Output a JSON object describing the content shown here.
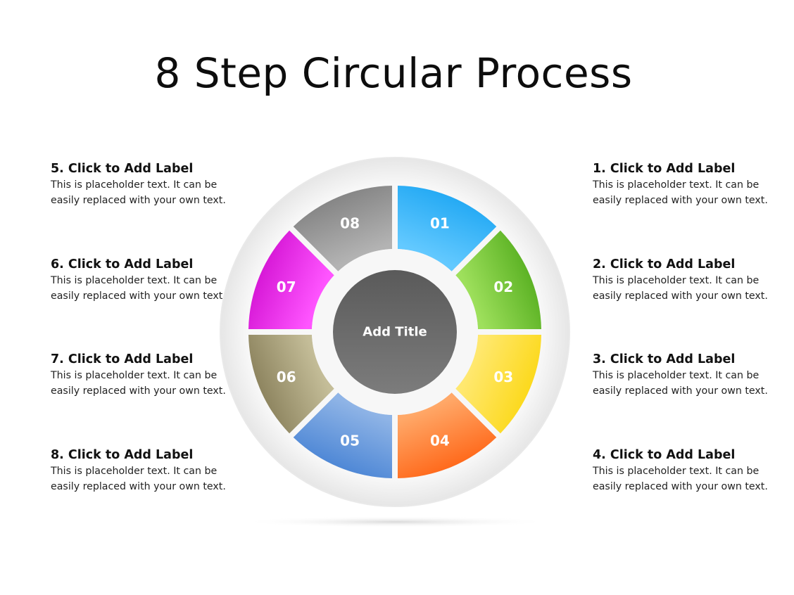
{
  "title": "8 Step Circular Process",
  "center_title": "Add Title",
  "steps": [
    {
      "number": "01",
      "heading": "1. Click to Add Label",
      "text": "This is placeholder  text. It can be easily replaced with your own text.",
      "color_light": "#63c9ff",
      "color_dark": "#25aaf4"
    },
    {
      "number": "02",
      "heading": "2. Click to Add Label",
      "text": "This is placeholder  text. It can be easily replaced with your own text.",
      "color_light": "#9ee05c",
      "color_dark": "#5db325"
    },
    {
      "number": "03",
      "heading": "3. Click to Add Label",
      "text": "This is placeholder  text. It can be easily replaced with your own text.",
      "color_light": "#ffe870",
      "color_dark": "#fcd91d"
    },
    {
      "number": "04",
      "heading": "4. Click to Add Label",
      "text": "This is placeholder  text. It can be easily replaced with your own text.",
      "color_light": "#ffa868",
      "color_dark": "#ff6a1c"
    },
    {
      "number": "05",
      "heading": "5. Click to Add Label",
      "text": "This is placeholder  text. It can be easily replaced with your own text.",
      "color_light": "#8fb4e6",
      "color_dark": "#4f88d6"
    },
    {
      "number": "06",
      "heading": "6. Click to Add Label",
      "text": "This is placeholder  text. It can be easily replaced with your own text.",
      "color_light": "#c4bd98",
      "color_dark": "#8e8560"
    },
    {
      "number": "07",
      "heading": "7. Click to Add Label",
      "text": "This is placeholder  text. It can be easily replaced with your own text.",
      "color_light": "#ff55ff",
      "color_dark": "#d719d7"
    },
    {
      "number": "08",
      "heading": "8. Click to Add Label",
      "text": "This is placeholder  text. It can be easily replaced with your own text.",
      "color_light": "#b3b3b3",
      "color_dark": "#868686"
    }
  ]
}
